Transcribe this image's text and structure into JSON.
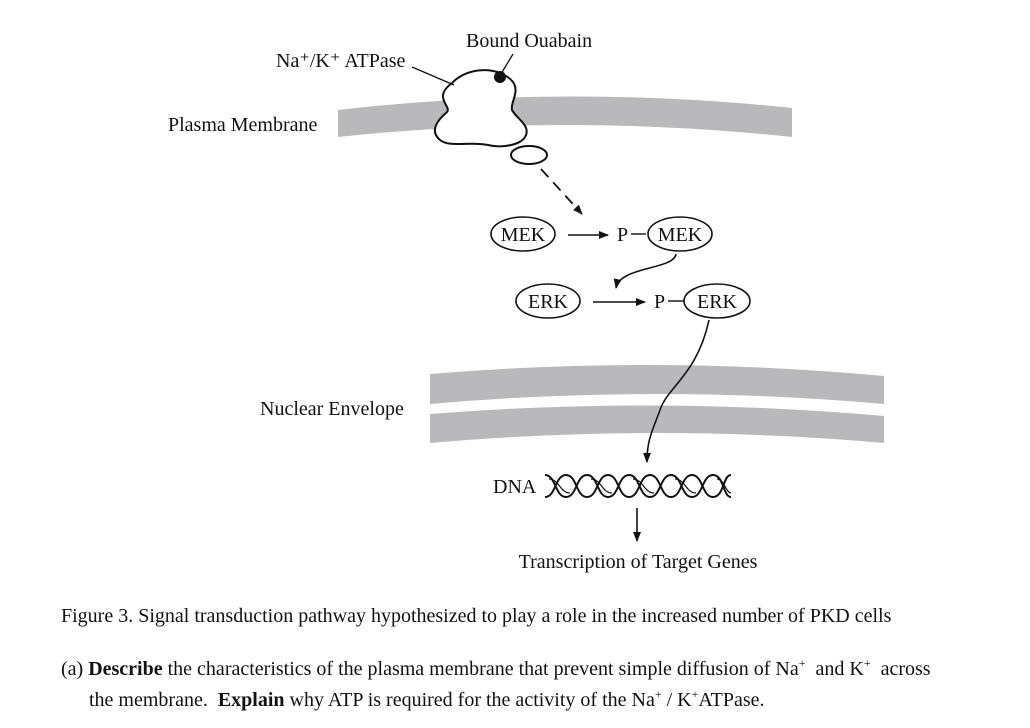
{
  "diagram": {
    "atpase_label": "Na⁺/K⁺ ATPase",
    "ouabain_label": "Bound Ouabain",
    "plasma_membrane_label": "Plasma Membrane",
    "mek": "MEK",
    "p_mek_prefix": "P",
    "p_mek": "MEK",
    "erk": "ERK",
    "p_erk_prefix": "P",
    "p_erk": "ERK",
    "nuclear_envelope_label": "Nuclear Envelope",
    "dna_label": "DNA",
    "transcription_label": "Transcription of Target Genes",
    "colors": {
      "membrane": "#b9b9bb",
      "ink": "#111111"
    }
  },
  "caption": "Figure 3. Signal transduction pathway hypothesized to play a role in the increased number of PKD cells",
  "question": {
    "part": "(a)",
    "verb1": "Describe",
    "text1": "the characteristics of the plasma membrane that prevent simple diffusion of Na",
    "sup1": "+",
    "text2": "and K",
    "sup2": "+",
    "text3": "across",
    "text4": "the membrane.",
    "verb2": "Explain",
    "text5": "why ATP is required for the activity of the Na",
    "sup3": "+",
    "text6": "/ K",
    "sup4": "+",
    "text7": "ATPase."
  }
}
